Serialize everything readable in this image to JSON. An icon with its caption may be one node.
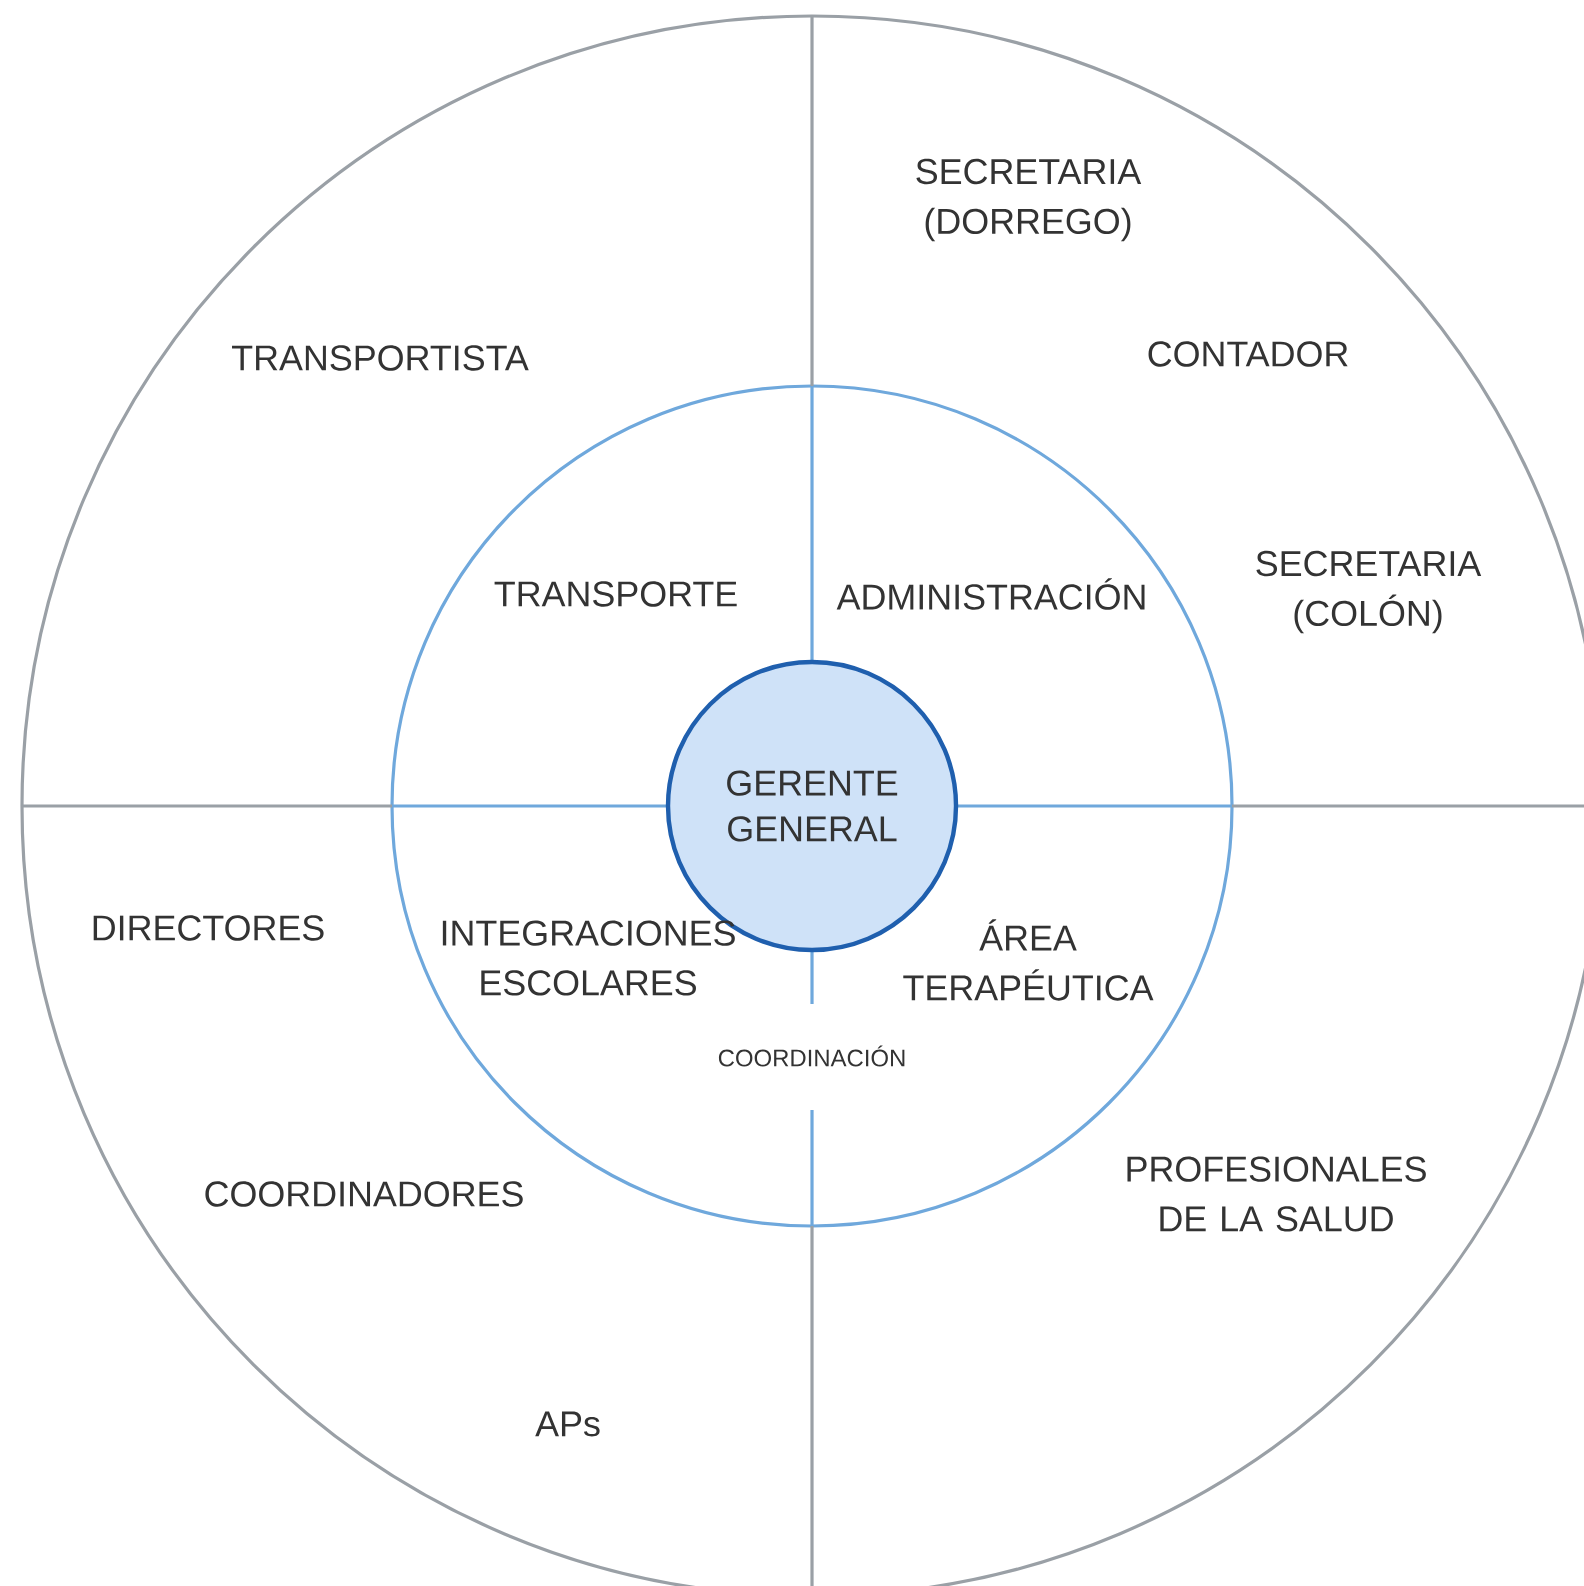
{
  "diagram": {
    "nodes": [
      {
        "text": [
          "GERENTE GENERAL"
        ]
      }
    ],
    "labels": [
      "SECRETARIA (DORREGO)",
      "TRANSPORTISTA",
      "CONTADOR",
      "TRANSPORTE",
      "ADMINISTRACIÓN",
      "SECRETARIA (COLÓN)",
      "DIRECTORES",
      "INTEGRACIONES ESCOLARES",
      "ÁREA TERAPÉUTICA",
      "COORDINACIÓN",
      "PROFESIONALES DE LA SALUD",
      "COORDINADORES",
      "APs"
    ]
  }
}
